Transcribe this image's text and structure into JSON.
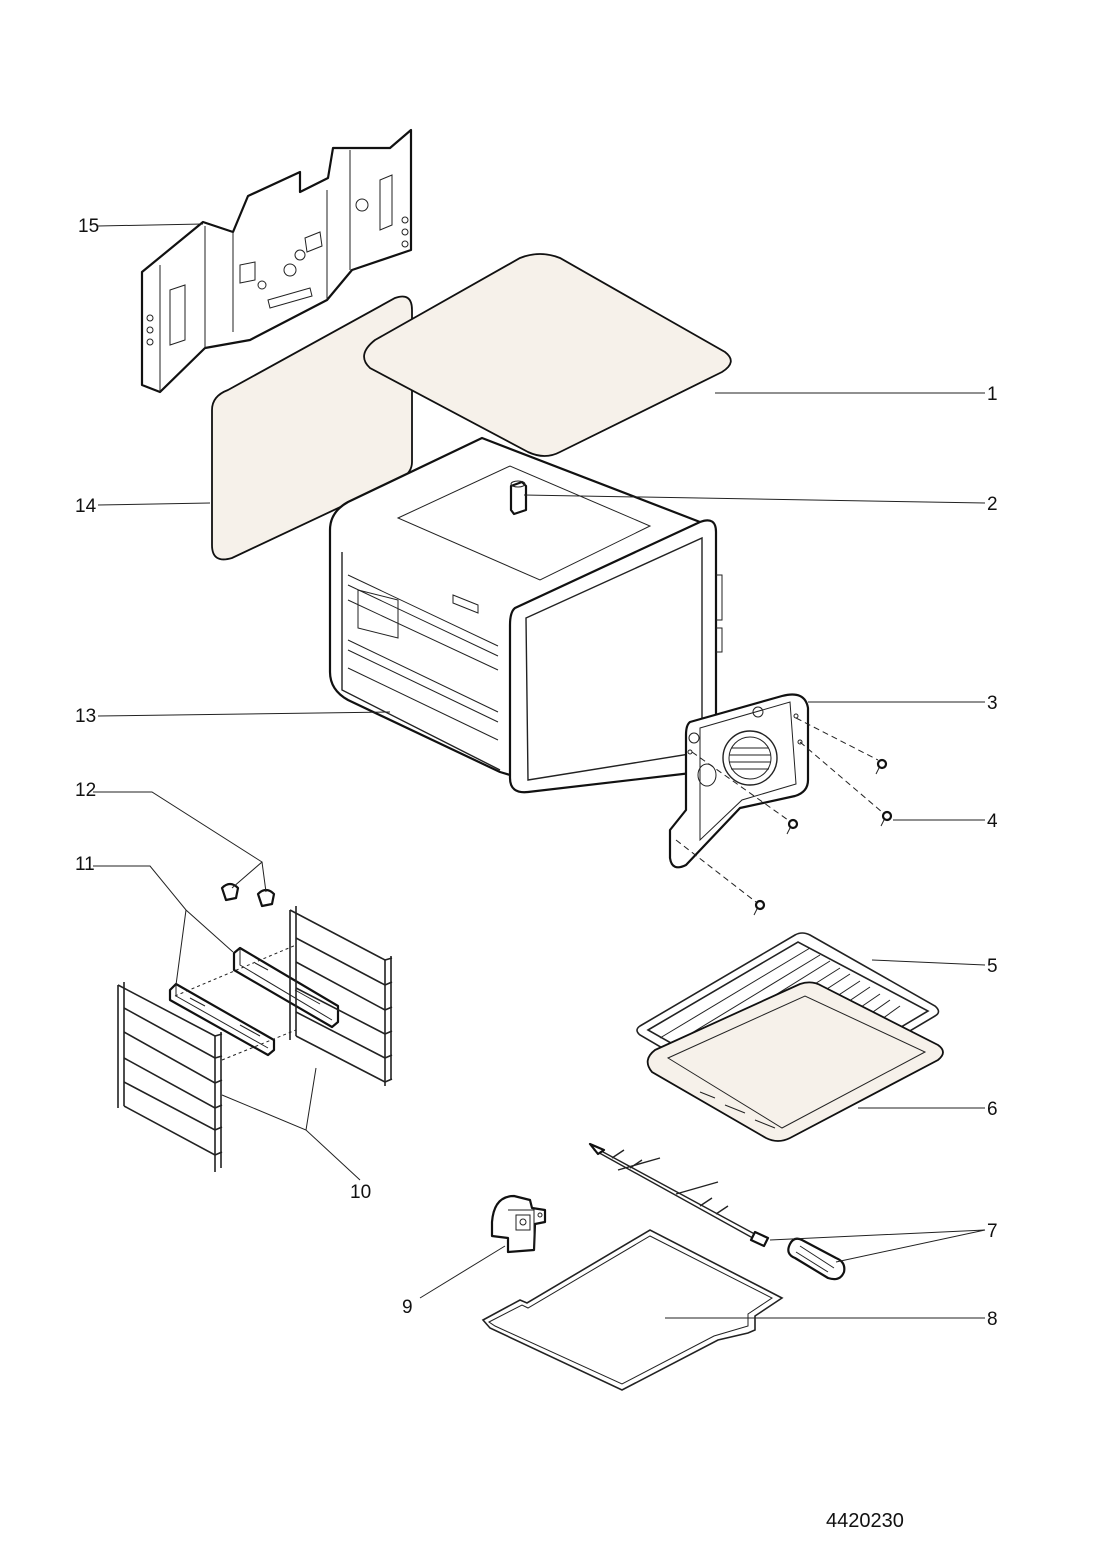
{
  "document_number": "4420230",
  "callouts": [
    "1",
    "2",
    "3",
    "4",
    "5",
    "6",
    "7",
    "8",
    "9",
    "10",
    "11",
    "12",
    "13",
    "14",
    "15"
  ]
}
